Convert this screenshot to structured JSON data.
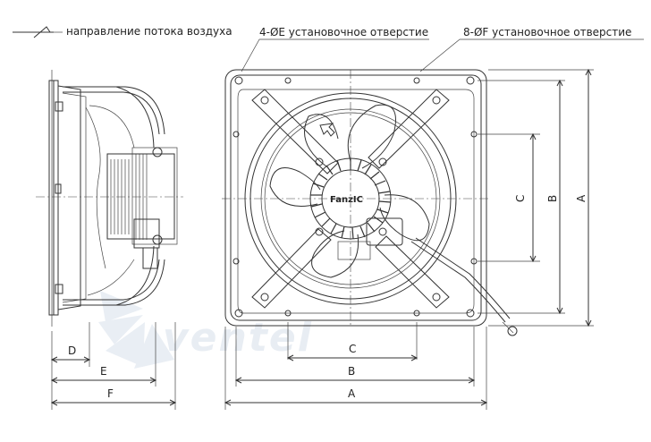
{
  "header": {
    "airflow_label": "направление потока воздуха",
    "holes_e_label": "4-ØE установочное отверстие",
    "holes_f_label": "8-ØF установочное отверстие"
  },
  "dimensions": {
    "a": "A",
    "b": "B",
    "c": "C",
    "d": "D",
    "e": "E",
    "f": "F"
  },
  "brand_label": "FanzIC",
  "watermark": "ventel"
}
